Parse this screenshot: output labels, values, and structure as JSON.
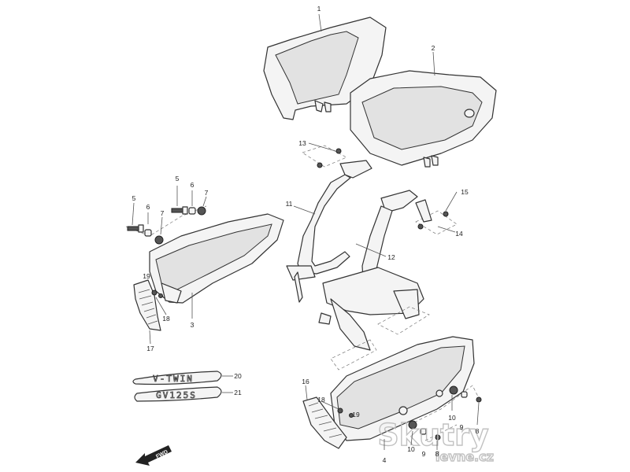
{
  "callouts": [
    {
      "id": "c1",
      "label": "1"
    },
    {
      "id": "c2",
      "label": "2"
    },
    {
      "id": "c3",
      "label": "3"
    },
    {
      "id": "c4",
      "label": "4"
    },
    {
      "id": "c5a",
      "label": "5"
    },
    {
      "id": "c5b",
      "label": "5"
    },
    {
      "id": "c6a",
      "label": "6"
    },
    {
      "id": "c6b",
      "label": "6"
    },
    {
      "id": "c7a",
      "label": "7"
    },
    {
      "id": "c7b",
      "label": "7"
    },
    {
      "id": "c8a",
      "label": "8"
    },
    {
      "id": "c8b",
      "label": "8"
    },
    {
      "id": "c9a",
      "label": "9"
    },
    {
      "id": "c9b",
      "label": "9"
    },
    {
      "id": "c10a",
      "label": "10"
    },
    {
      "id": "c10b",
      "label": "10"
    },
    {
      "id": "c11",
      "label": "11"
    },
    {
      "id": "c12",
      "label": "12"
    },
    {
      "id": "c13",
      "label": "13"
    },
    {
      "id": "c14",
      "label": "14"
    },
    {
      "id": "c15",
      "label": "15"
    },
    {
      "id": "c16",
      "label": "16"
    },
    {
      "id": "c17",
      "label": "17"
    },
    {
      "id": "c18a",
      "label": "18"
    },
    {
      "id": "c18b",
      "label": "18"
    },
    {
      "id": "c19a",
      "label": "19"
    },
    {
      "id": "c19b",
      "label": "19"
    },
    {
      "id": "c20",
      "label": "20"
    },
    {
      "id": "c21",
      "label": "21"
    }
  ],
  "emblems": {
    "v_twin": "V-TWIN",
    "model": "GV125S"
  },
  "direction_arrow": "FWD",
  "watermark": {
    "brand": "Skutry",
    "domain": "levne.cz"
  },
  "colors": {
    "line": "#333333",
    "fill": "#f4f4f4",
    "watermark": "#bbbbbb"
  }
}
